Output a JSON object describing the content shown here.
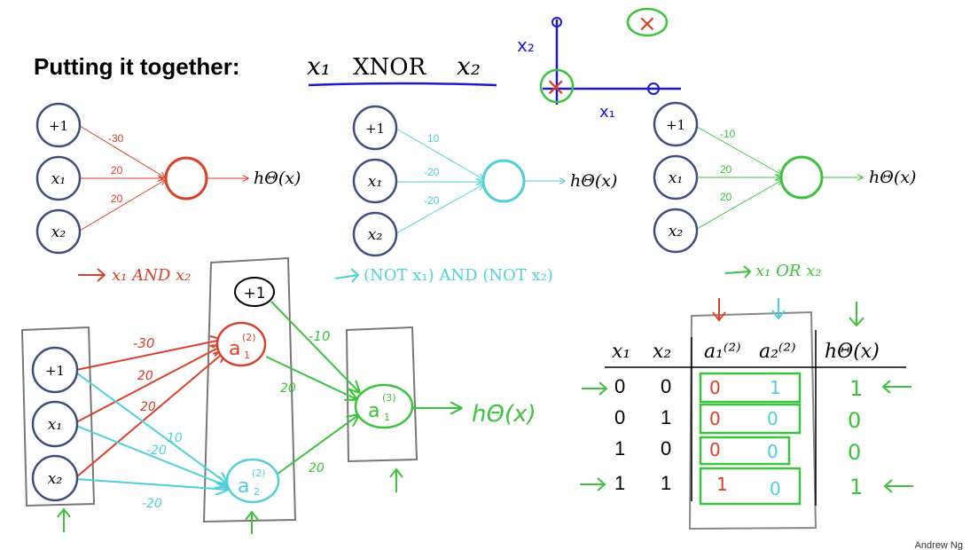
{
  "title": {
    "lead": "Putting it together:",
    "x1": "x₁",
    "op": "XNOR",
    "x2": "x₂"
  },
  "colors": {
    "red": "#d9412b",
    "cyan": "#4fd0d8",
    "green": "#3cc23c",
    "node_stroke": "#3d4f7a",
    "blue_ink": "#1a1ad0"
  },
  "sketch": {
    "y_axis_label": "x₂",
    "x_axis_label": "x₁",
    "cross_mark": "×",
    "circle_mark": "○"
  },
  "networks": [
    {
      "name": "and",
      "inputs": [
        "+1",
        "x₁",
        "x₂"
      ],
      "weights": [
        "-30",
        "20",
        "20"
      ],
      "output": "hΘ(x)",
      "caption": "x₁ AND x₂"
    },
    {
      "name": "not-and-not",
      "inputs": [
        "+1",
        "x₁",
        "x₂"
      ],
      "weights": [
        "10",
        "-20",
        "-20"
      ],
      "output": "hΘ(x)",
      "caption": "(NOT x₁) AND (NOT x₂)"
    },
    {
      "name": "or",
      "inputs": [
        "+1",
        "x₁",
        "x₂"
      ],
      "weights": [
        "-10",
        "20",
        "20"
      ],
      "output": "hΘ(x)",
      "caption": "x₁ OR x₂"
    }
  ],
  "combined": {
    "inputs": [
      "+1",
      "x₁",
      "x₂"
    ],
    "bias2": "+1",
    "a1": {
      "base": "a",
      "sup": "(2)",
      "sub": "1"
    },
    "a2": {
      "base": "a",
      "sup": "(2)",
      "sub": "2"
    },
    "a3": {
      "base": "a",
      "sup": "(3)",
      "sub": "1"
    },
    "red_weights": [
      "-30",
      "20",
      "20"
    ],
    "cyan_weights": [
      "10",
      "-20",
      "-20"
    ],
    "green_weights": [
      "-10",
      "20",
      "20"
    ],
    "output": "hΘ(x)"
  },
  "truth_table": {
    "headers": [
      "x₁",
      "x₂",
      "a₁⁽²⁾",
      "a₂⁽²⁾",
      "hΘ(x)"
    ],
    "rows": [
      {
        "x1": "0",
        "x2": "0",
        "a1": "0",
        "a2": "1",
        "h": "1"
      },
      {
        "x1": "0",
        "x2": "1",
        "a1": "0",
        "a2": "0",
        "h": "0"
      },
      {
        "x1": "1",
        "x2": "0",
        "a1": "0",
        "a2": "0",
        "h": "0"
      },
      {
        "x1": "1",
        "x2": "1",
        "a1": "1",
        "a2": "0",
        "h": "1"
      }
    ]
  },
  "footer": "Andrew Ng"
}
